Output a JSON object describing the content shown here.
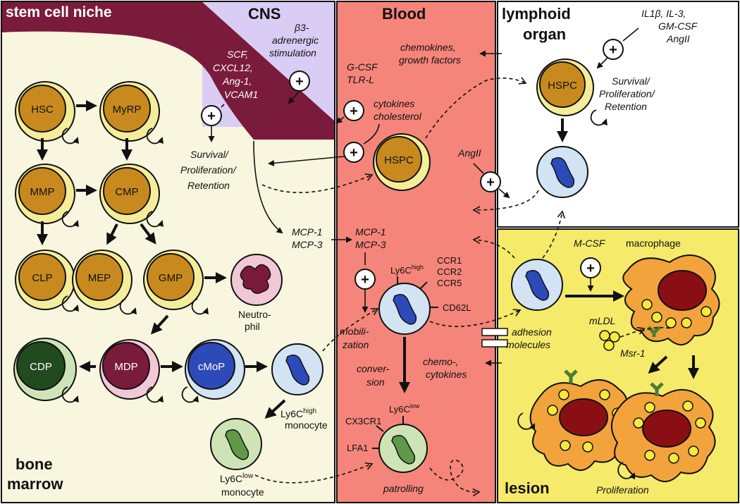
{
  "regions": {
    "stem_cell_niche": "stem cell niche",
    "cns": "CNS",
    "blood": "Blood",
    "lymphoid_1": "lymphoid",
    "lymphoid_2": "organ",
    "bone_1": "bone",
    "bone_2": "marrow",
    "lesion": "lesion"
  },
  "cells": {
    "hsc": "HSC",
    "myrp": "MyRP",
    "mmp": "MMP",
    "cmp": "CMP",
    "clp": "CLP",
    "mep": "MEP",
    "gmp": "GMP",
    "cdp": "CDP",
    "mdp": "MDP",
    "cmop": "cMoP",
    "hspc_blood": "HSPC",
    "hspc_lymph": "HSPC"
  },
  "labels": {
    "neutro_1": "Neutro-",
    "neutro_2": "phil",
    "ly6c_high_mono_base": "Ly6C",
    "ly6c_high_mono_sup": "high",
    "monocyte_1": "monocyte",
    "ly6c_low_mono_base": "Ly6C",
    "ly6c_low_mono_sup": "low",
    "monocyte_2": "monocyte",
    "niche_factors_1": "SCF,",
    "niche_factors_2": "CXCL12,",
    "niche_factors_3": "Ang-1,",
    "niche_factors_4": "VCAM1",
    "beta3_1": "β3-",
    "beta3_2": "adrenergic",
    "beta3_3": "stimulation",
    "gcsf_1": "G-CSF",
    "gcsf_2": "TLR-L",
    "cyto_1": "cytokines",
    "cyto_2": "cholesterol",
    "survival_1": "Survival/",
    "survival_2": "Proliferation/",
    "survival_3": "Retention",
    "chemokines_1": "chemokines,",
    "chemokines_2": "growth factors",
    "il_1": "IL1β, IL-3,",
    "il_2": "GM-CSF",
    "il_3": "AngII",
    "survival_l1": "Survival/",
    "survival_l2": "Proliferation/",
    "survival_l3": "Retention",
    "angii": "AngII",
    "mcp_bm_1": "MCP-1",
    "mcp_bm_2": "MCP-3",
    "mcp_bl_1": "MCP-1",
    "mcp_bl_2": "MCP-3",
    "ly6c_blood_base": "Ly6C",
    "ly6c_blood_sup": "high",
    "ccr1": "CCR1",
    "ccr2": "CCR2",
    "ccr5": "CCR5",
    "cd62l": "CD62L",
    "mobilization_1": "mobili-",
    "mobilization_2": "zation",
    "conversion_1": "conver-",
    "conversion_2": "sion",
    "ly6c_low_blood_base": "Ly6C",
    "ly6c_low_blood_sup": "low",
    "cx3cr1": "CX3CR1",
    "lfa1": "LFA1",
    "patrolling": "patrolling",
    "adhesion_1": "adhesion",
    "adhesion_2": "molecules",
    "chemo_1": "chemo-,",
    "chemo_2": "cytokines",
    "mcsf": "M-CSF",
    "macrophage": "macrophage",
    "mldl": "mLDL",
    "msr1": "Msr-1",
    "proliferation": "Proliferation"
  },
  "colors": {
    "bone_marrow": "#f8f6df",
    "cns": "#d9cdf5",
    "niche": "#7a1b3c",
    "blood": "#f5857a",
    "lymph": "#ffffff",
    "lesion": "#f5ea6a",
    "hspc_fill": "#c88a1e",
    "cell_ring": "#f4ed9a",
    "monocyte": "#d2e3f4",
    "nucleus_blue": "#2c4ab8",
    "green_cell": "#cfe4b6",
    "green_nucleus": "#5f9a48",
    "macrophage": "#f2a33c",
    "macrophage_nucleus": "#8a0f14",
    "lipid": "#f7ea3a",
    "receptor": "#4b7c35"
  }
}
